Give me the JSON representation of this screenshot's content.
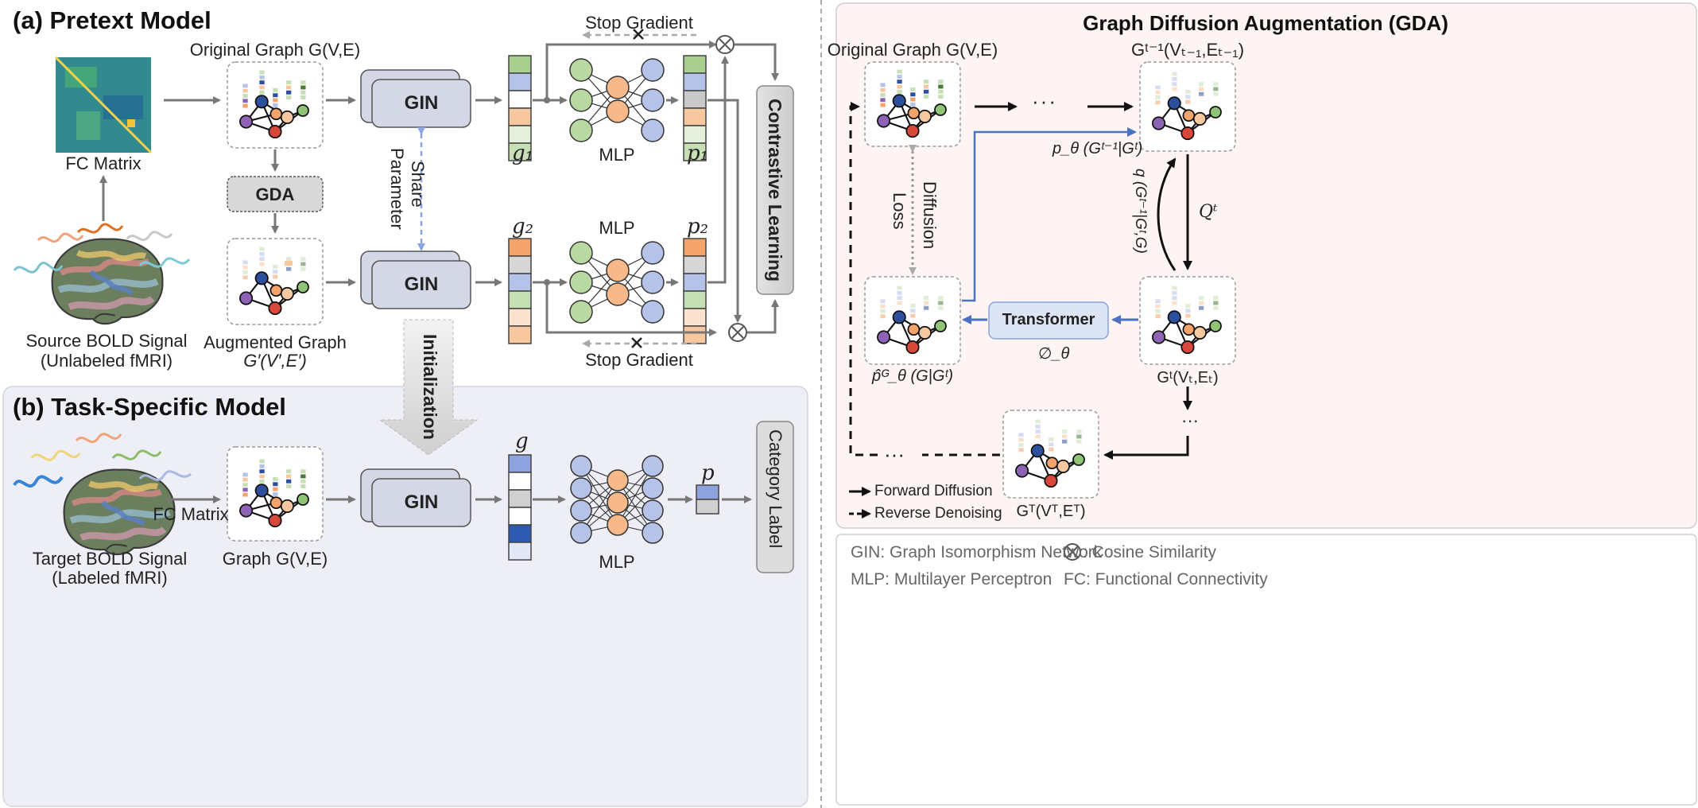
{
  "panel_a": {
    "title": "(a) Pretext Model",
    "fc_matrix_label": "FC Matrix",
    "source_signal": [
      "Source BOLD Signal",
      "(Unlabeled fMRI)"
    ],
    "original_graph": "Original Graph G(V,E)",
    "augmented_graph": [
      "Augmented Graph",
      "G′(V′,E′)"
    ],
    "gda_box": "GDA",
    "gin": "GIN",
    "share_parameter": [
      "Share",
      "Parameter"
    ],
    "mlp": "MLP",
    "g1": "g₁",
    "g2": "g₂",
    "p1": "p₁",
    "p2": "p₂",
    "stop_gradient": "Stop Gradient",
    "contrastive": "Contrastive Learning",
    "initialization": "Initialization"
  },
  "panel_b": {
    "title": "(b) Task-Specific Model",
    "target_signal": [
      "Target BOLD Signal",
      "(Labeled fMRI)"
    ],
    "fc_matrix": "FC Matrix",
    "graph": "Graph G(V,E)",
    "gin": "GIN",
    "mlp": "MLP",
    "g": "g",
    "p": "p",
    "category": "Category Label"
  },
  "panel_gda": {
    "title": "Graph Diffusion Augmentation (GDA)",
    "original_graph": "Original Graph G(V,E)",
    "g_t_minus_1": "Gᵗ⁻¹(Vₜ₋₁,Eₜ₋₁)",
    "p_theta": "p_θ (Gᵗ⁻¹|Gᵗ)",
    "q_label": "q (Gᵗ⁻¹|Gᵗ,G)",
    "Q_t": "Qᵗ",
    "diffusion_loss": [
      "Diffusion",
      "Loss"
    ],
    "transformer": "Transformer",
    "phi_theta": "∅_θ",
    "p_hat": "p̂ᴳ_θ (G|Gᵗ)",
    "g_t": "Gᵗ(Vₜ,Eₜ)",
    "g_T": "Gᵀ(Vᵀ,Eᵀ)",
    "dots": "···",
    "forward_diffusion": "Forward Diffusion",
    "reverse_denoising": "Reverse Denoising"
  },
  "legend": {
    "gin": "GIN: Graph Isomorphism Network",
    "cosine": ": Cosine Similarity",
    "mlp": "MLP: Multilayer Perceptron",
    "fc": "FC: Functional Connectivity"
  },
  "colors": {
    "orange": "#f7c7a0",
    "green": "#c7dfb5",
    "blue": "#b6c3e8",
    "gray": "#c7c7c7",
    "dark_blue": "#2c4f9e",
    "red": "#d9473a",
    "purple": "#8e63b6",
    "arrow_blue": "#4a72c4",
    "panel_b_bg": "#eeeef6",
    "gda_bg": "#fdf4f3"
  }
}
